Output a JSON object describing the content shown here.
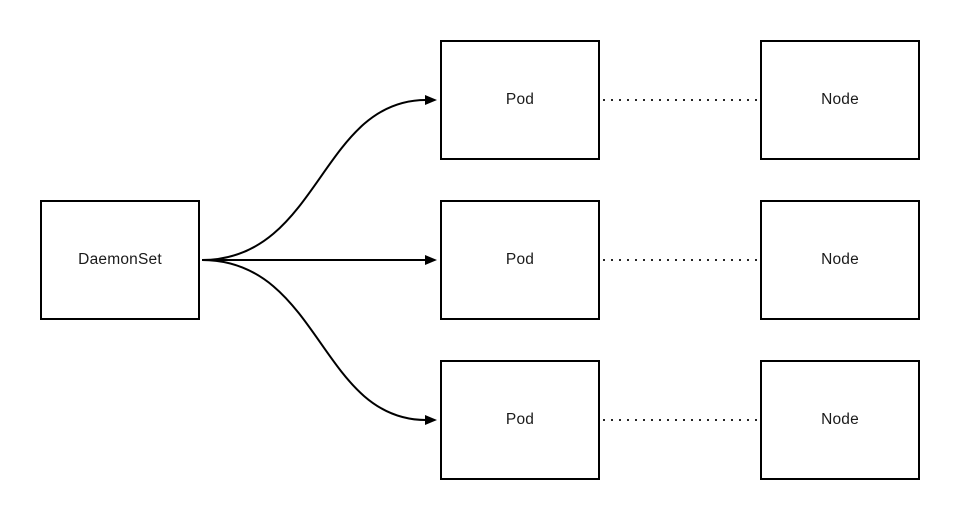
{
  "diagram": {
    "background_color": "#ffffff",
    "line_color": "#000000",
    "text_color": "#1a1a1a",
    "daemonset": {
      "label": "DaemonSet"
    },
    "pods": [
      {
        "label": "Pod"
      },
      {
        "label": "Pod"
      },
      {
        "label": "Pod"
      }
    ],
    "nodes": [
      {
        "label": "Node"
      },
      {
        "label": "Node"
      },
      {
        "label": "Node"
      }
    ],
    "edges": {
      "daemonset_to_pods": {
        "style": "solid-curved",
        "arrowhead": "filled-triangle",
        "count": 3
      },
      "pods_to_nodes": {
        "style": "dotted",
        "arrowhead": "none",
        "count": 3
      }
    }
  }
}
